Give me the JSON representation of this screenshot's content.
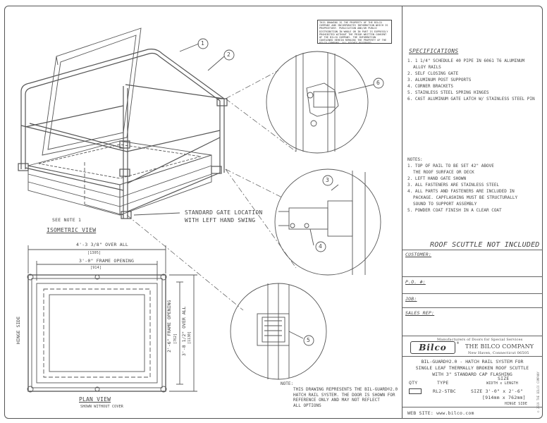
{
  "notice_text": "THIS DRAWING IS THE PROPERTY OF THE BILCO COMPANY AND INCORPORATES INFORMATION WHICH IS PROPRIETARY. PUBLICATION AND/OR PUBLIC DISTRIBUTION IN WHOLE OR IN PART IS EXPRESSLY PROHIBITED WITHOUT THE PRIOR WRITTEN CONSENT OF THE BILCO COMPANY. THE INFORMATION CONTAINED HEREIN REMAINS THE PROPERTY OF THE BILCO COMPANY. ALL RIGHTS RESERVED.",
  "specifications": {
    "title": "SPECIFICATIONS",
    "items": [
      "1. 1 1/4\" SCHEDULE 40 PIPE IN 6061 T6 ALUMINUM",
      "   ALLOY RAILS",
      "2. SELF CLOSING GATE",
      "3. ALUMINUM POST SUPPORTS",
      "4. CORNER BRACKETS",
      "5. STAINLESS STEEL SPRING HINGES",
      "6. CAST ALUMINUM GATE LATCH W/ STAINLESS STEEL PIN"
    ]
  },
  "notes": {
    "title": "NOTES:",
    "items": [
      "1. TOP OF RAIL TO BE SET 42\" ABOVE",
      "   THE ROOF SURFACE OR DECK",
      "2. LEFT HAND GATE SHOWN",
      "3. ALL FASTENERS ARE STAINLESS STEEL",
      "4. ALL PARTS AND FASTENERS ARE INCLUDED IN",
      "   PACKAGE. CAPFLASHING MUST BE STRUCTURALLY",
      "   SOUND TO SUPPORT ASSEMBLY",
      "5. POWDER COAT FINISH IN A CLEAR COAT"
    ]
  },
  "roof_scuttle_label": "ROOF SCUTTLE NOT INCLUDED",
  "form_fields": {
    "customer": "CUSTOMER:",
    "po": "P.O. #:",
    "job": "JOB:",
    "sales_rep": "SALES REP:"
  },
  "company": {
    "tagline": "Manufacturers of Doors for Special Services",
    "logo": "Bilco",
    "name": "THE BILCO COMPANY",
    "location": "New Haven, Connecticut 06505",
    "reg": "®"
  },
  "product": {
    "line1": "BIL-GUARD®2.0 - HATCH RAIL SYSTEM FOR",
    "line2": "SINGLE LEAF THERMALLY BROKEN ROOF SCUTTLE",
    "line3": "WITH 3\" STANDARD CAP FLASHING"
  },
  "table": {
    "qty_header": "QTY",
    "type_header": "TYPE",
    "size_header": "SIZE",
    "size_sub": "WIDTH x LENGTH",
    "type_value": "RL2-STBC",
    "size_value": "SIZE 3'-0\" x 2'-6\"",
    "size_metric": "[914mm x 762mm]",
    "hinge_side": "HINGE SIDE"
  },
  "website": "WEB SITE: www.bilco.com",
  "copyright_vertical": "© 2019 THE BILCO COMPANY",
  "views": {
    "isometric": "ISOMETRIC VIEW",
    "plan": "PLAN VIEW",
    "plan_sub": "SHOWN WITHOUT COVER",
    "see_note": "SEE NOTE 1",
    "gate_location_1": "STANDARD GATE LOCATION",
    "gate_location_2": "WITH LEFT HAND SWING"
  },
  "dimensions": {
    "overall_width": "4'-3 3/8\" OVER ALL",
    "overall_width_mm": "[1305]",
    "frame_width": "3'-0\" FRAME OPENING",
    "frame_width_mm": "[914]",
    "frame_length": "2'-6\" FRAME OPENING",
    "frame_length_mm": "[762]",
    "overall_length": "3'-8 1/2\" OVER ALL",
    "overall_length_mm": "[1130]",
    "hinge_side": "HINGE SIDE"
  },
  "callouts": [
    "1",
    "2",
    "3",
    "4",
    "5",
    "6"
  ],
  "bottom_note": {
    "label": "NOTE:",
    "lines": [
      "THIS DRAWING REPRESENTS THE BIL-GUARD®2.0",
      "HATCH RAIL SYSTEM. THE DOOR IS SHOWN FOR",
      "REFERENCE ONLY AND MAY NOT REFLECT",
      "ALL OPTIONS"
    ]
  }
}
